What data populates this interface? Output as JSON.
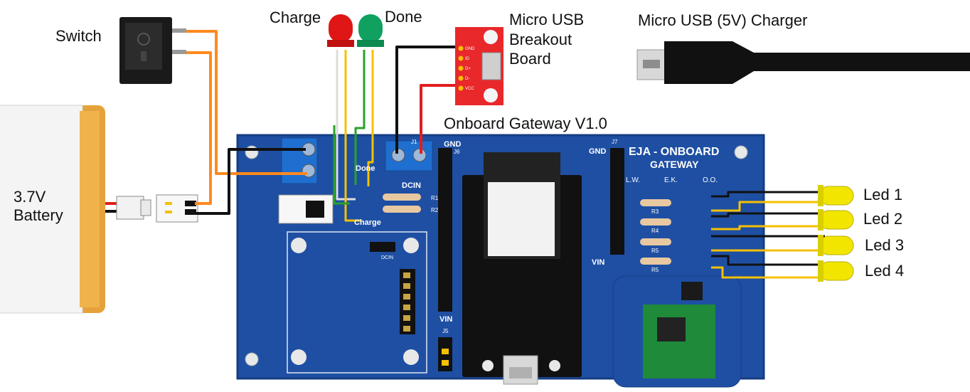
{
  "labels": {
    "switch": "Switch",
    "charge": "Charge",
    "done": "Done",
    "micro_usb_board_line1": "Micro USB",
    "micro_usb_board_line2": "Breakout",
    "micro_usb_board_line3": "Board",
    "charger": "Micro USB (5V) Charger",
    "battery_line1": "3.7V",
    "battery_line2": "Battery",
    "onboard_gateway": "Onboard Gateway V1.0",
    "led1": "Led 1",
    "led2": "Led 2",
    "led3": "Led 3",
    "led4": "Led 4"
  },
  "pcb": {
    "title_line1": "EJA - ONBOARD",
    "title_line2": "GATEWAY",
    "silk_gnd_left": "GND",
    "silk_gnd_right": "GND",
    "silk_vin_left": "VIN",
    "silk_vin_right": "VIN",
    "silk_dcin": "DCIN",
    "silk_dcin_small": "DCIN",
    "silk_done": "Done",
    "silk_charge": "Charge",
    "silk_j1": "J1",
    "silk_j5": "J5",
    "silk_j6": "J6",
    "silk_j7": "J7",
    "silk_r1": "R1",
    "silk_r2": "R2",
    "silk_r3": "R3",
    "silk_r4": "R4",
    "silk_r5a": "R5",
    "silk_r5b": "R5",
    "col_lw": "L.W.",
    "col_ek": "E.K.",
    "col_oo": "O.O."
  },
  "usb_board_pins": [
    "GND",
    "ID",
    "D+",
    "D-",
    "VCC"
  ],
  "colors": {
    "pcb": "#1e4fa3",
    "pcb_edge": "#163d84",
    "wire_orange": "#ff8a1e",
    "wire_black": "#111111",
    "wire_yellow": "#f5c000",
    "wire_green": "#2aa12a",
    "wire_red": "#e11d1d",
    "led_red": "#e01515",
    "led_green": "#10a060",
    "led_yellow": "#f2e600",
    "battery": "#f2f2f2",
    "battery_edge": "#e6a23a",
    "terminal_blue": "#1f6fd0",
    "usb_breakout": "#e8282a"
  }
}
